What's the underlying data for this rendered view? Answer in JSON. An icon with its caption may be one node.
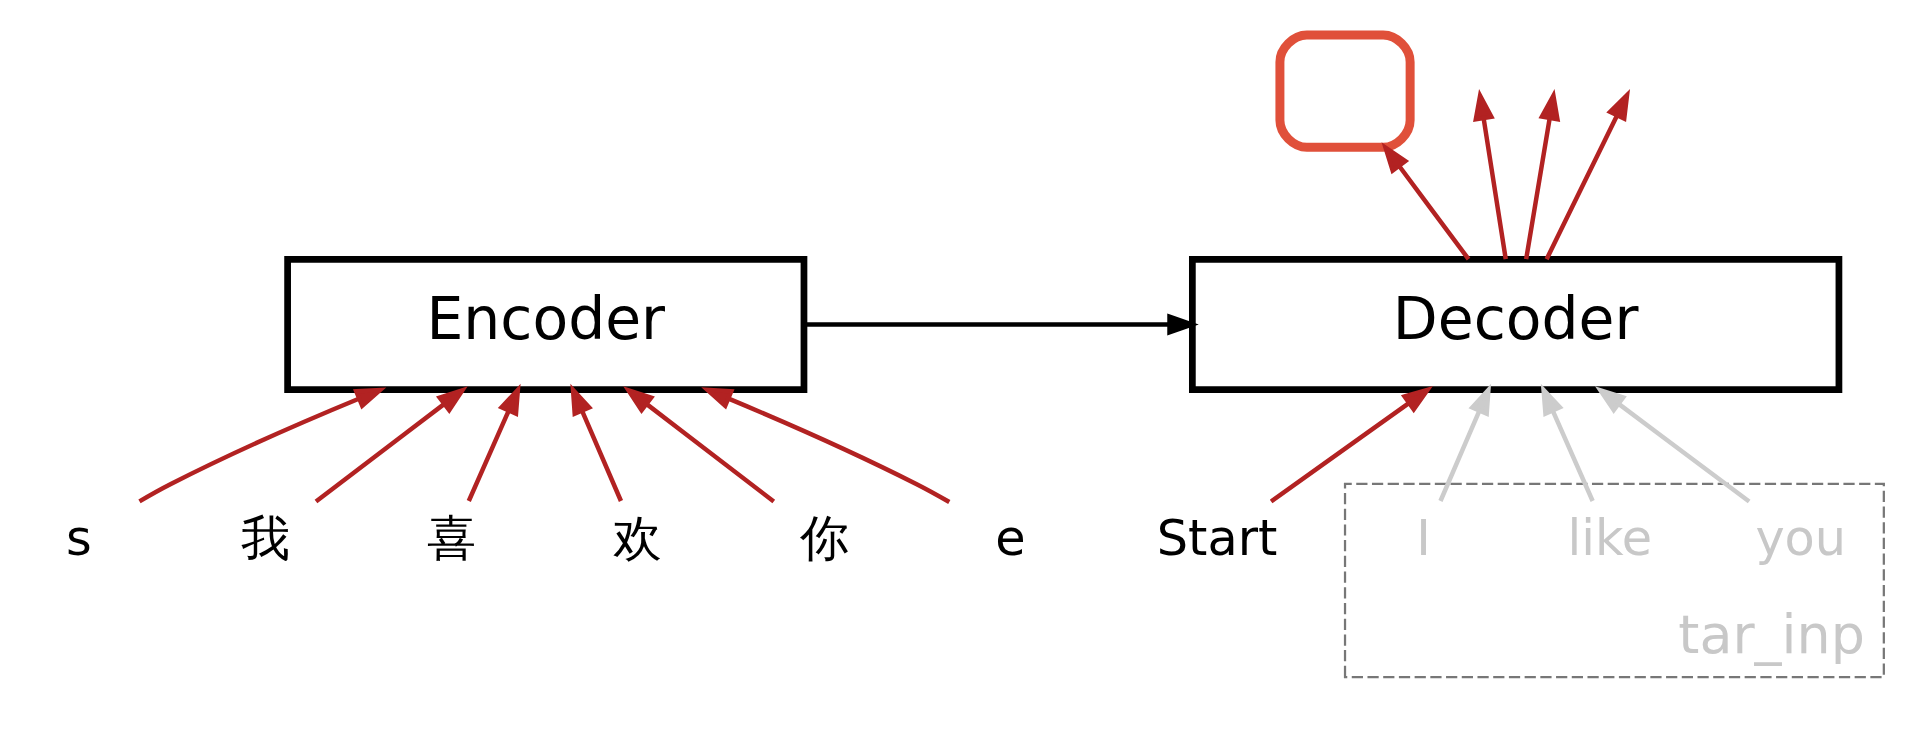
{
  "diagram": {
    "nodes": [
      {
        "text": [
          "Encoder"
        ]
      },
      {
        "text": [
          "Decoder"
        ]
      },
      {
        "text": [],
        "shape": "box"
      },
      {
        "text": [
          "s"
        ]
      },
      {
        "text": [
          "我"
        ]
      },
      {
        "text": [
          "喜"
        ]
      },
      {
        "text": [
          "欢"
        ]
      },
      {
        "text": [
          "你"
        ]
      },
      {
        "text": [
          "e"
        ]
      },
      {
        "text": [
          "Start"
        ]
      },
      {
        "text": [
          "tar_inp"
        ]
      },
      {
        "text": [
          "I"
        ],
        "in": 10
      },
      {
        "text": [
          "like"
        ],
        "in": 10
      },
      {
        "text": [
          "you"
        ],
        "in": 10
      }
    ],
    "edges": [
      {
        "from": 3,
        "to": 0,
        "arrow": "to"
      },
      {
        "from": 4,
        "to": 0,
        "arrow": "to"
      },
      {
        "from": 5,
        "to": 0,
        "arrow": "to"
      },
      {
        "from": 6,
        "to": 0,
        "arrow": "to"
      },
      {
        "from": 7,
        "to": 0,
        "arrow": "to"
      },
      {
        "from": 8,
        "to": 0,
        "arrow": "to"
      },
      {
        "from": 0,
        "to": 1,
        "arrow": "to",
        "color": "#000000"
      },
      {
        "from": 9,
        "to": 1,
        "arrow": "to"
      },
      {
        "from": 11,
        "to": 1,
        "arrow": "to",
        "color": "#cccccc"
      },
      {
        "from": 12,
        "to": 1,
        "arrow": "to",
        "color": "#cccccc"
      },
      {
        "from": 13,
        "to": 1,
        "arrow": "to",
        "color": "#cccccc"
      },
      {
        "from": 1,
        "to": 2,
        "arrow": "to"
      },
      {
        "from": 1,
        "to": null,
        "arrow": "to"
      },
      {
        "from": 1,
        "to": null,
        "arrow": "to"
      },
      {
        "from": 1,
        "to": null,
        "arrow": "to"
      }
    ]
  }
}
